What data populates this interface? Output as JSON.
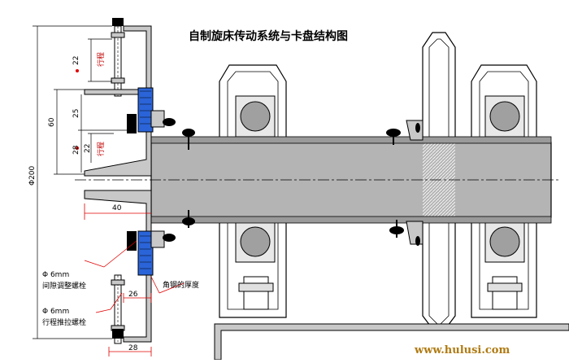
{
  "title": "自制旋床传动系统与卡盘结构图",
  "dimensions": {
    "dia": "Φ200",
    "d60": "60",
    "d22a": "22",
    "d25": "25",
    "d28a": "28",
    "d22b": "22",
    "d40": "40",
    "d26": "26",
    "d28b": "28"
  },
  "labels": {
    "travel1": "行程",
    "travel2": "行程",
    "bolt1_size": "Φ 6mm",
    "bolt1_name": "间隙调整螺栓",
    "bolt2_size": "Φ 6mm",
    "bolt2_name": "行程推拉螺栓",
    "angle_thickness": "角钢的厚度"
  },
  "watermark": "www.hulusi.com",
  "colors": {
    "outline": "#000000",
    "steel": "#c8c8c8",
    "shaft": "#b4b4b4",
    "bearing_ball": "#a0a0a0",
    "blue_pad": "#2a64d8",
    "dim_red": "#e00000",
    "watermark": "#b07a12"
  }
}
